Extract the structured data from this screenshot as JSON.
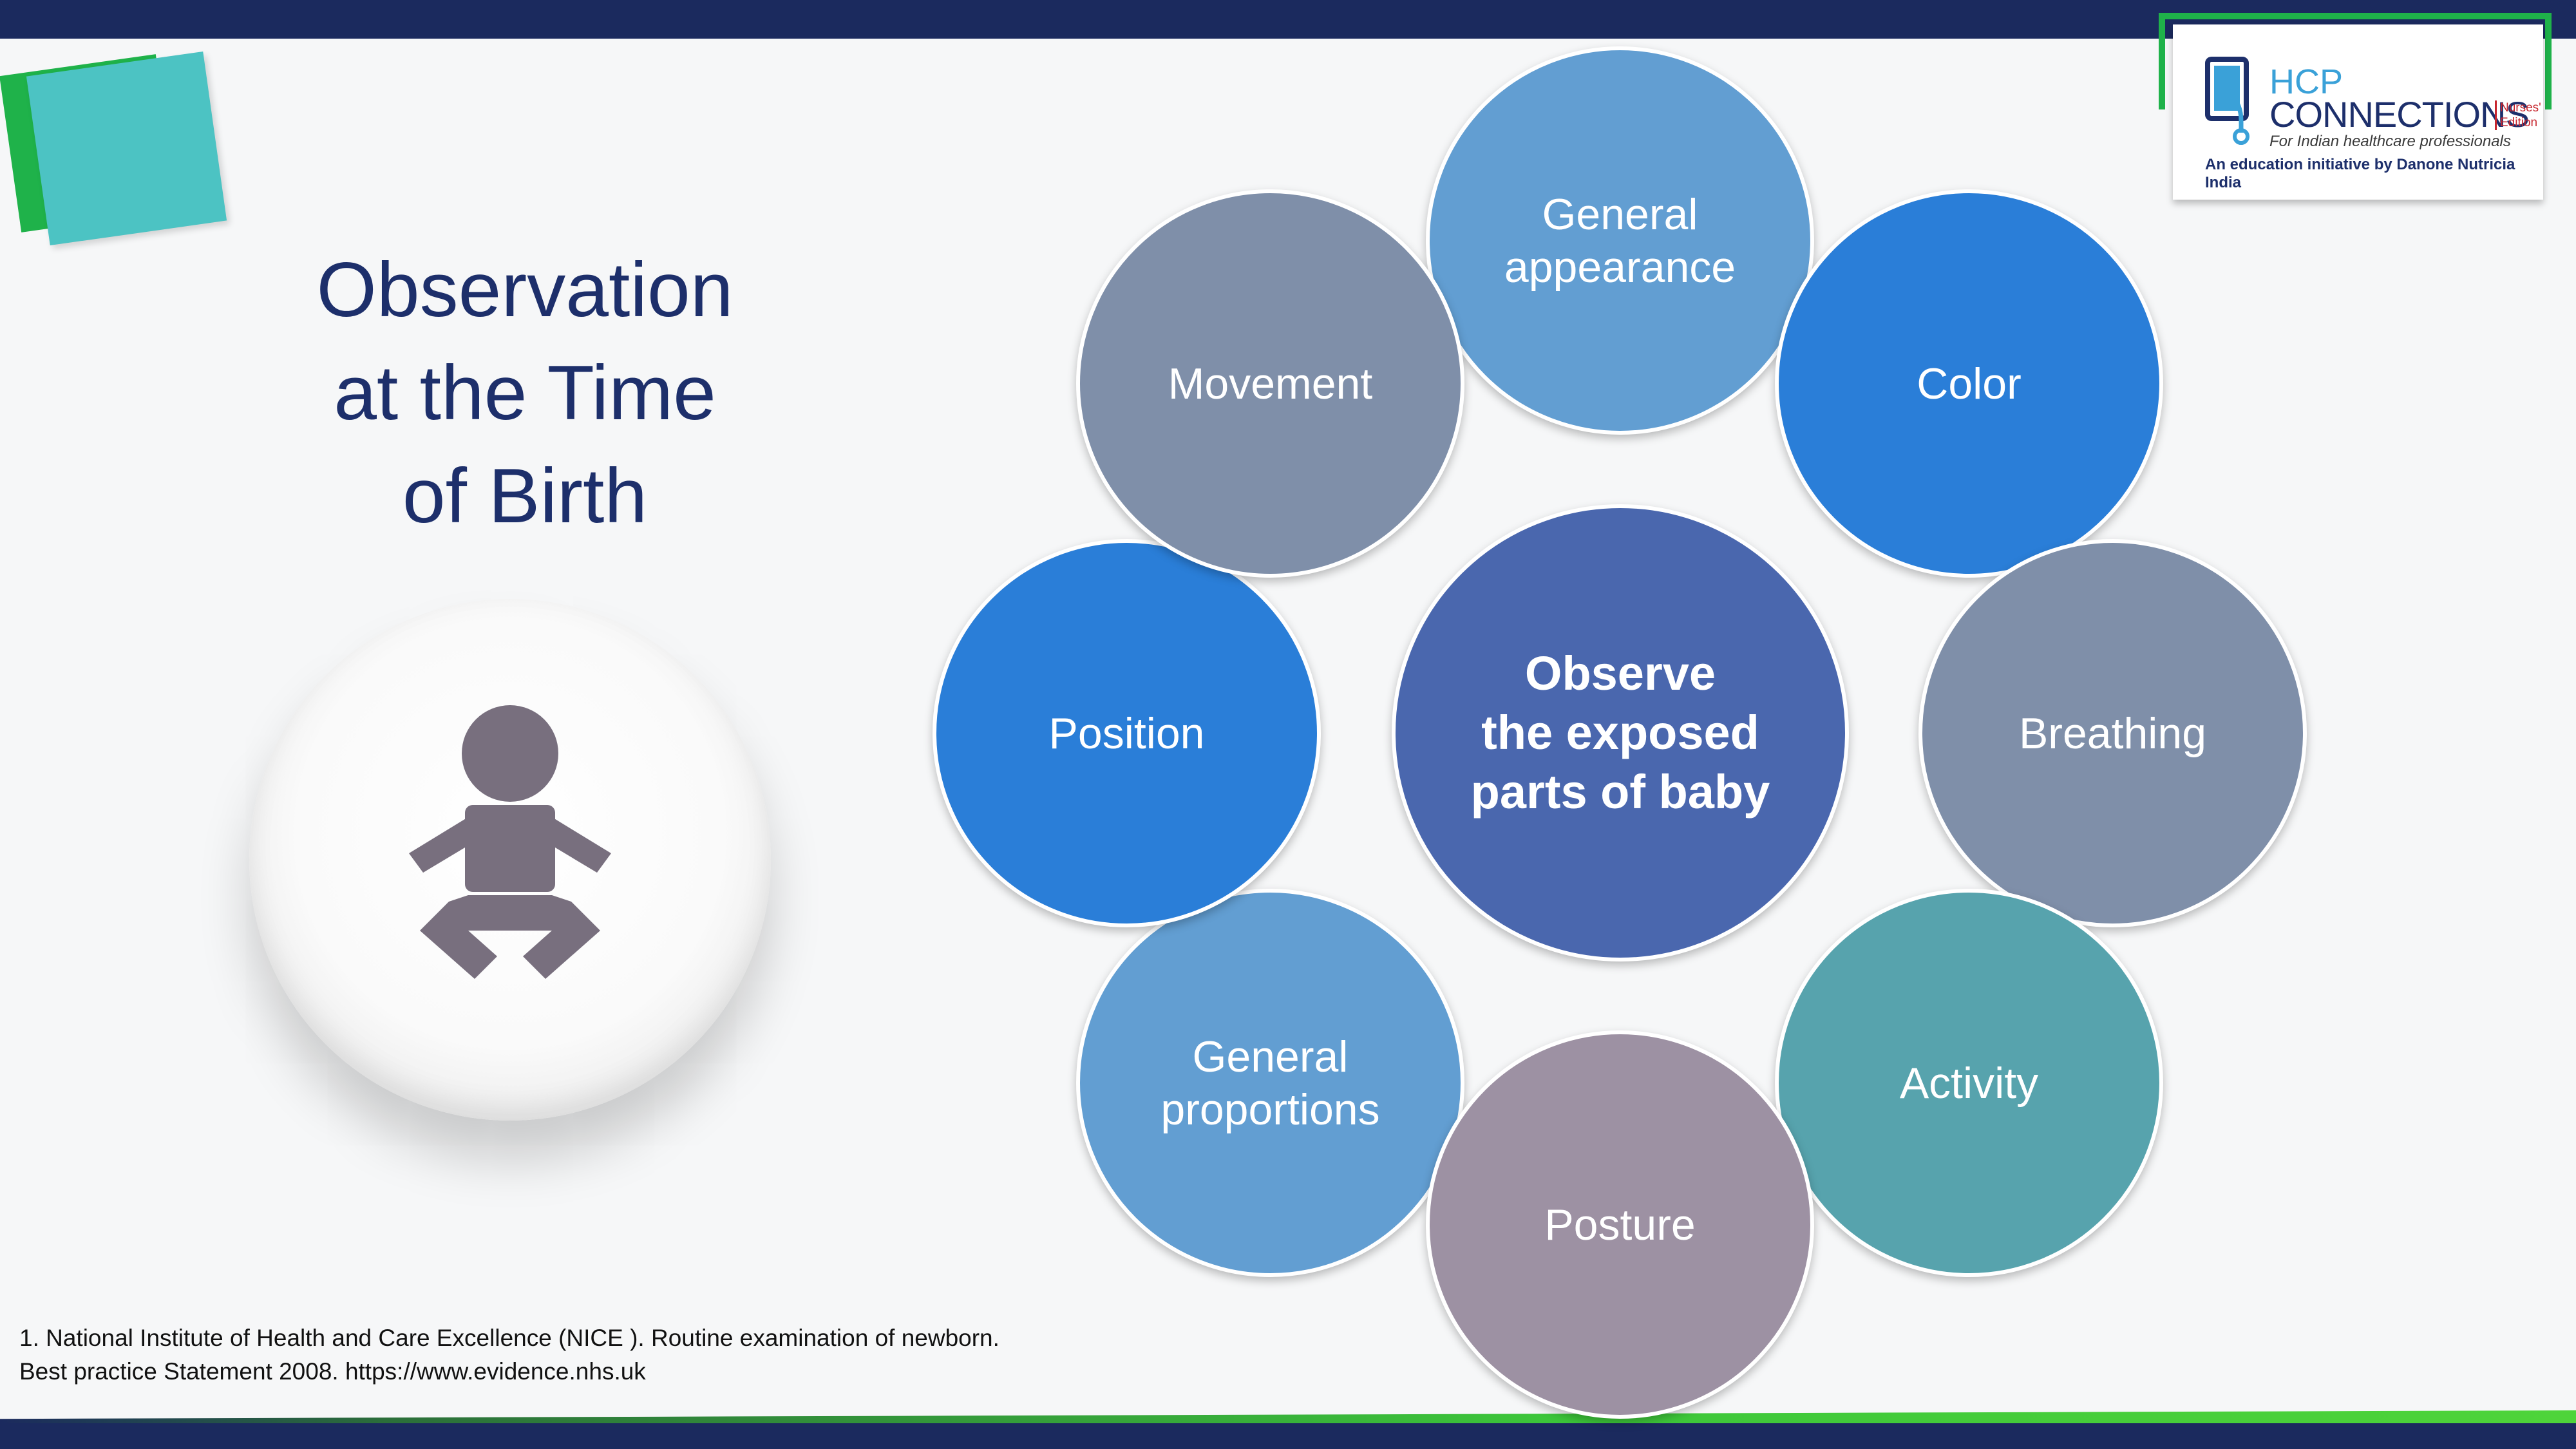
{
  "title": {
    "line1": "Observation",
    "line2": "at the Time",
    "line3": "of Birth"
  },
  "logo": {
    "hcp": "HCP",
    "connections": "CONNECTIONS",
    "edition_line1": "Nurses'",
    "edition_line2": "Edition",
    "tagline": "For Indian healthcare professionals",
    "initiative": "An education initiative by Danone Nutricia India"
  },
  "diagram": {
    "center": "Observe\nthe exposed\nparts of baby",
    "nodes": [
      {
        "label": "General\nappearance",
        "color": "#629ed2"
      },
      {
        "label": "Color",
        "color": "#2a7ed8"
      },
      {
        "label": "Breathing",
        "color": "#7f8fa9"
      },
      {
        "label": "Activity",
        "color": "#57a3ad"
      },
      {
        "label": "Posture",
        "color": "#9d91a3"
      },
      {
        "label": "General\nproportions",
        "color": "#629ed2"
      },
      {
        "label": "Position",
        "color": "#2a7ed8"
      },
      {
        "label": "Movement",
        "color": "#7f8fa9"
      }
    ],
    "center_color": "#4a67ae"
  },
  "icons": {
    "baby": "baby-icon"
  },
  "colors": {
    "navy": "#1b2a5e",
    "green": "#1fb24a",
    "teal": "#4cc3c3",
    "title": "#1d2f6b"
  },
  "footnote": {
    "line1": "1.  National Institute of Health and Care Excellence (NICE ). Routine examination of newborn.",
    "line2": "Best practice Statement 2008. https://www.evidence.nhs.uk"
  }
}
